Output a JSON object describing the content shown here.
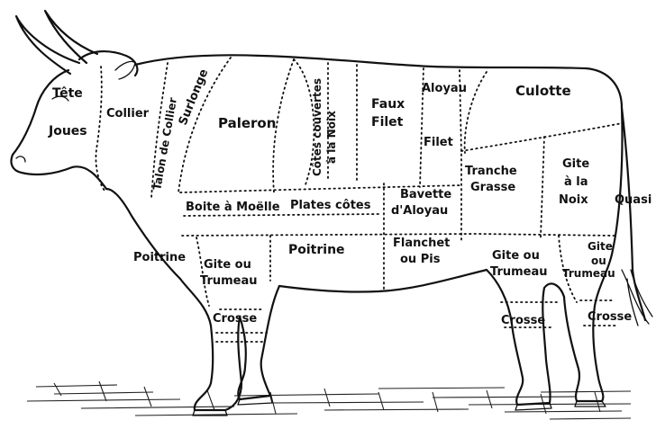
{
  "cuts": {
    "tete": "Tête",
    "joues": "Joues",
    "collier": "Collier",
    "talon_de_collier": "Talon de Collier",
    "surlonge": "Surlonge",
    "paleron": "Paleron",
    "cotes_couvertes_1": "Côtes couvertes",
    "cotes_couvertes_2": "à la Noix",
    "faux_filet_1": "Faux",
    "faux_filet_2": "Filet",
    "aloyau": "Aloyau",
    "filet": "Filet",
    "culotte": "Culotte",
    "tranche_grasse_1": "Tranche",
    "tranche_grasse_2": "Grasse",
    "gite_noix_1": "Gite",
    "gite_noix_2": "à la",
    "gite_noix_3": "Noix",
    "quasi": "Quasi",
    "boite_a_moelle": "Boite à Moëlle",
    "plates_cotes": "Plates côtes",
    "bavette_1": "Bavette",
    "bavette_2": "d'Aloyau",
    "poitrine_front": "Poitrine",
    "gite_trumeau_front_1": "Gite ou",
    "gite_trumeau_front_2": "Trumeau",
    "poitrine_mid": "Poitrine",
    "flanchet_1": "Flanchet",
    "flanchet_2": "ou Pis",
    "gite_trumeau_hind_1": "Gite ou",
    "gite_trumeau_hind_2": "Trumeau",
    "gite_trumeau_tail_1": "Gite",
    "gite_trumeau_tail_2": "ou",
    "gite_trumeau_tail_3": "Trumeau",
    "crosse_front": "Crosse",
    "crosse_hind": "Crosse",
    "crosse_tail": "Crosse"
  }
}
